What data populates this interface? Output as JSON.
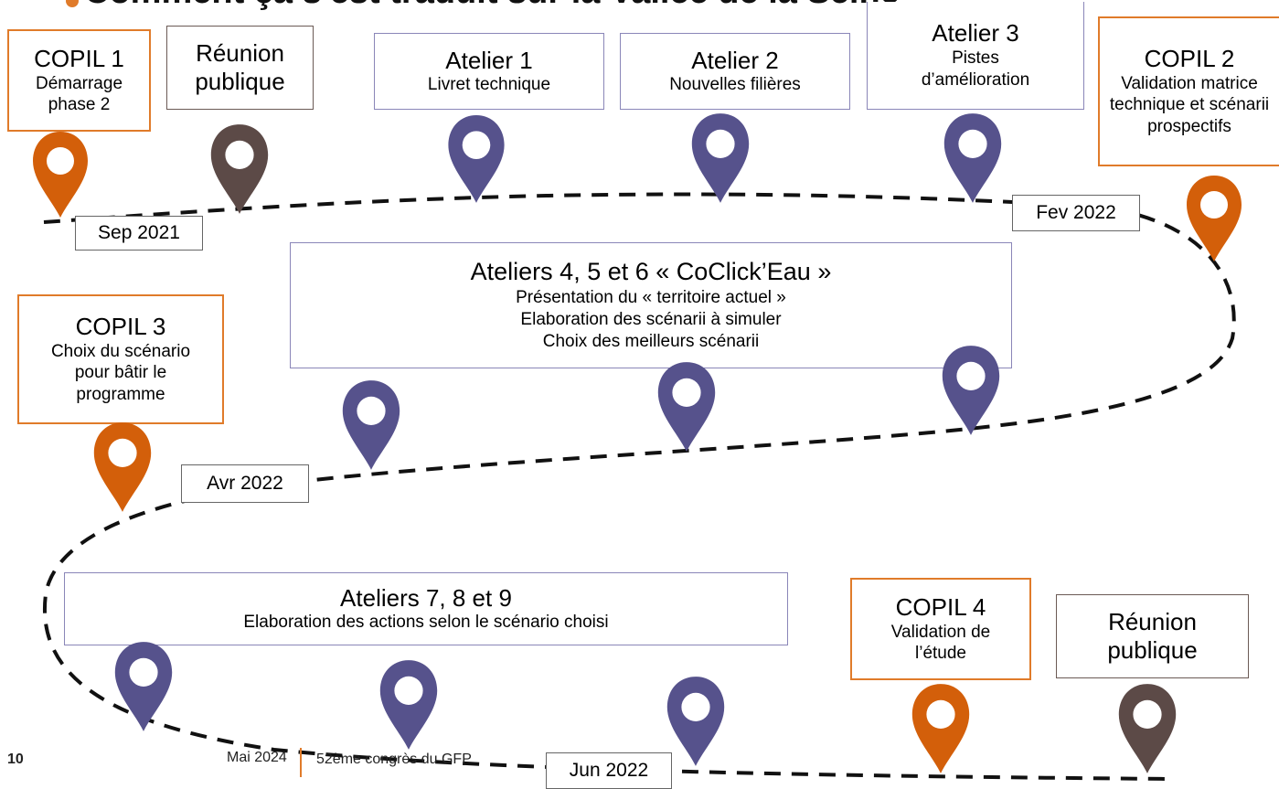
{
  "slide_title": "Comment ça s'est traduit sur la Vallée de la Seine",
  "milestones": {
    "copil1": {
      "title": "COPIL 1",
      "desc": "Démarrage phase 2"
    },
    "reunion1": {
      "title": "Réunion publique"
    },
    "atelier1": {
      "title": "Atelier 1",
      "desc": "Livret technique"
    },
    "atelier2": {
      "title": "Atelier 2",
      "desc": "Nouvelles filières"
    },
    "atelier3": {
      "title": "Atelier 3",
      "desc": "Pistes d’amélioration"
    },
    "copil2": {
      "title": "COPIL 2",
      "desc": "Validation matrice technique et scénarii prospectifs"
    },
    "ateliers456": {
      "title": "Ateliers 4, 5 et 6 « CoClick’Eau »",
      "lines": [
        "Présentation du « territoire actuel »",
        "Elaboration des scénarii à simuler",
        "Choix des meilleurs scénarii"
      ]
    },
    "copil3": {
      "title": "COPIL 3",
      "desc": "Choix du scénario pour bâtir le programme"
    },
    "ateliers789": {
      "title": "Ateliers 7, 8 et 9",
      "desc": "Elaboration des actions selon le scénario choisi"
    },
    "copil4": {
      "title": "COPIL 4",
      "desc": "Validation de l’étude"
    },
    "reunion2": {
      "title": "Réunion publique"
    }
  },
  "dates": {
    "d1": "Sep 2021",
    "d2": "Fev 2022",
    "d3": "Avr 2022",
    "d4": "Jun 2022"
  },
  "footer": {
    "page": "10",
    "date": "Mai 2024",
    "event": "52ème congrès du GFP"
  },
  "colors": {
    "copil": "#d35f0a",
    "atelier": "#56528c",
    "reunion": "#5c4a47"
  }
}
